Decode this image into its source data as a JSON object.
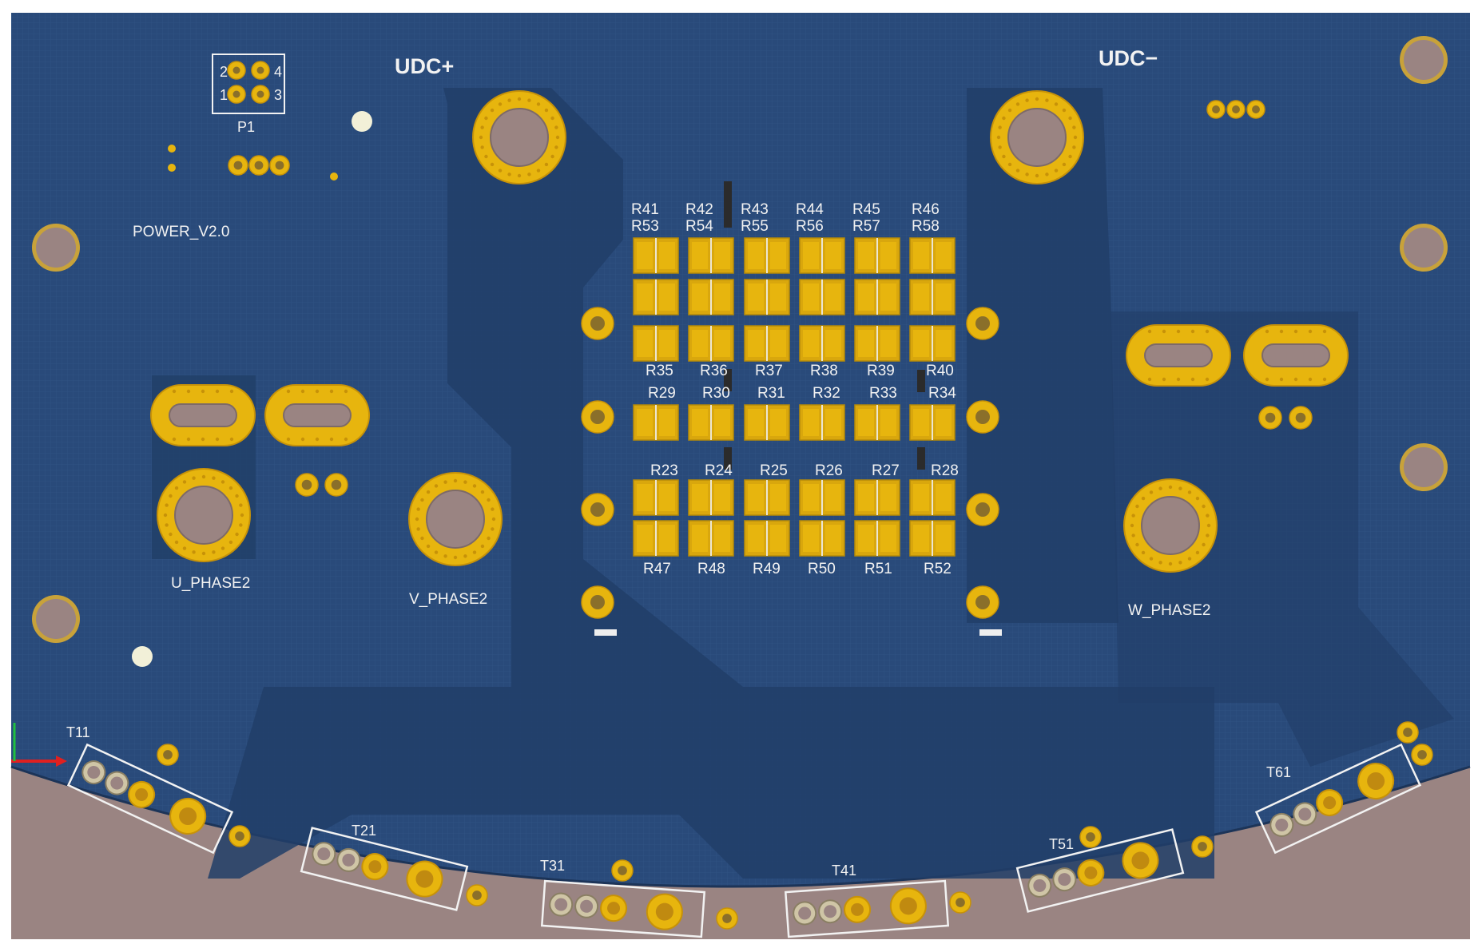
{
  "board": {
    "name": "POWER_V2.0",
    "colors": {
      "background": "#ffffff",
      "soldermask": "#294a7a",
      "copper_pour": "#213e68",
      "pad": "#e7b50e",
      "pad_edge": "#c79208",
      "hole": "#9a8482",
      "silkscreen": "#f2f2f2"
    }
  },
  "labels": {
    "udc_plus": "UDC+",
    "udc_minus": "UDC−",
    "p1": "P1",
    "power": "POWER_V2.0",
    "u_phase": "U_PHASE2",
    "v_phase": "V_PHASE2",
    "w_phase": "W_PHASE2",
    "t11": "T11",
    "t21": "T21",
    "t31": "T31",
    "t41": "T41",
    "t51": "T51",
    "t61": "T61"
  },
  "connector_pins": [
    "2",
    "4",
    "1",
    "3"
  ],
  "resistor_labels": {
    "row_top_a": [
      "R41",
      "R42",
      "R43",
      "R44",
      "R45",
      "R46"
    ],
    "row_top_b": [
      "R53",
      "R54",
      "R55",
      "R56",
      "R57",
      "R58"
    ],
    "row_mid_a": [
      "R35",
      "R36",
      "R37",
      "R38",
      "R39",
      "R40"
    ],
    "row_mid_b": [
      "R29",
      "R30",
      "R31",
      "R32",
      "R33",
      "R34"
    ],
    "row_low_a": [
      "R23",
      "R24",
      "R25",
      "R26",
      "R27",
      "R28"
    ],
    "row_bottom": [
      "R47",
      "R48",
      "R49",
      "R50",
      "R51",
      "R52"
    ]
  }
}
